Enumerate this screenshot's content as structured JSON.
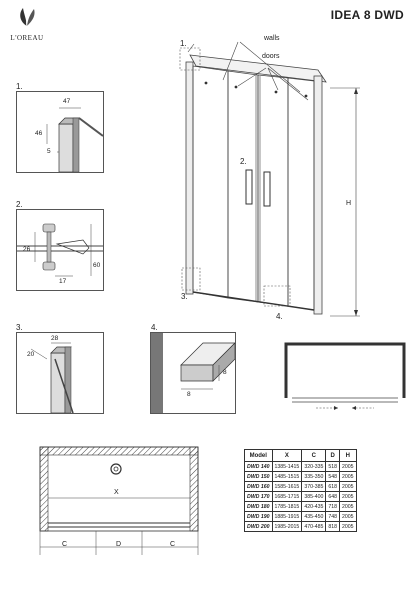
{
  "header": {
    "brand": "L'OREAU",
    "title": "IDEA 8 DWD"
  },
  "main_drawing": {
    "callout_walls": "walls",
    "callout_doors": "doors",
    "height_label": "H",
    "markers": [
      "1.",
      "2.",
      "3.",
      "4."
    ]
  },
  "details": {
    "d1": {
      "number": "1.",
      "dims": [
        "47",
        "46",
        "5"
      ]
    },
    "d2": {
      "number": "2.",
      "dims": [
        "26",
        "17",
        "60"
      ]
    },
    "d3": {
      "number": "3.",
      "dims": [
        "28",
        "20"
      ]
    },
    "d4": {
      "number": "4.",
      "dims": [
        "8",
        "8"
      ]
    }
  },
  "plan": {
    "x_label": "X",
    "c_label": "C",
    "d_label": "D"
  },
  "spec_table": {
    "headers": [
      "Model",
      "X",
      "C",
      "D",
      "H"
    ],
    "rows": [
      [
        "DWD 140",
        "1385-1415",
        "320-335",
        "518",
        "2005"
      ],
      [
        "DWD 150",
        "1485-1515",
        "335-350",
        "548",
        "2005"
      ],
      [
        "DWD 160",
        "1585-1615",
        "370-385",
        "618",
        "2005"
      ],
      [
        "DWD 170",
        "1685-1715",
        "385-400",
        "648",
        "2005"
      ],
      [
        "DWD 180",
        "1785-1815",
        "420-435",
        "718",
        "2005"
      ],
      [
        "DWD 190",
        "1885-1915",
        "435-450",
        "748",
        "2005"
      ],
      [
        "DWD 200",
        "1985-2015",
        "470-485",
        "818",
        "2005"
      ]
    ]
  }
}
